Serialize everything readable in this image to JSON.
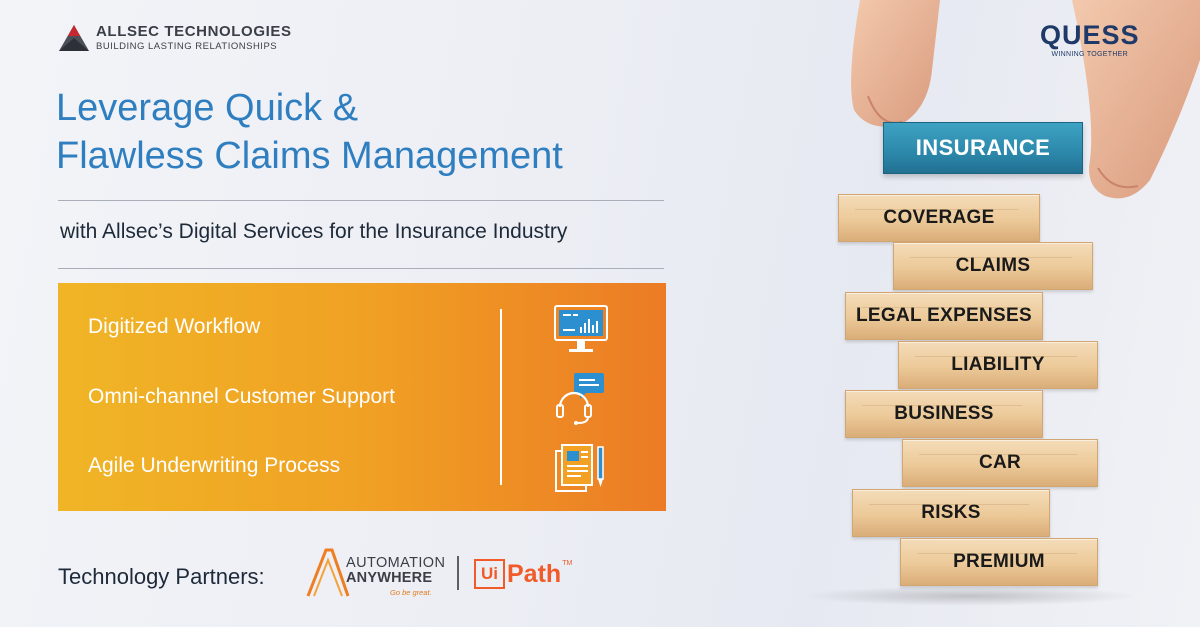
{
  "allsec": {
    "name": "ALLSEC TECHNOLOGIES",
    "tagline": "BUILDING LASTING RELATIONSHIPS"
  },
  "headline": {
    "line1": "Leverage Quick &",
    "line2": "Flawless Claims Management"
  },
  "subheadline": "with Allsec’s Digital Services for the Insurance Industry",
  "features": [
    {
      "label": "Digitized Workflow",
      "icon": "monitor-chart-icon"
    },
    {
      "label": "Omni-channel Customer Support",
      "icon": "headset-chat-icon"
    },
    {
      "label": "Agile Underwriting Process",
      "icon": "document-pen-icon"
    }
  ],
  "partners": {
    "label": "Technology Partners:",
    "automation_anywhere": {
      "word1": "AUTOMATION",
      "word2": "ANYWHERE",
      "slogan": "Go be great."
    },
    "uipath": {
      "ui": "Ui",
      "path": "Path",
      "tm": "TM"
    }
  },
  "quess": {
    "name": "QUESS",
    "tagline": "WINNING TOGETHER"
  },
  "tower": {
    "top_block": "INSURANCE",
    "blocks": [
      "COVERAGE",
      "CLAIMS",
      "LEGAL EXPENSES",
      "LIABILITY",
      "BUSINESS",
      "CAR",
      "RISKS",
      "PREMIUM"
    ]
  },
  "colors": {
    "headline_blue": "#2f7fc0",
    "panel_start": "#f0b526",
    "panel_end": "#ec7b25",
    "uipath_orange": "#f05b29",
    "quess_navy": "#1f3a68",
    "block_blue": "#2c88ab"
  }
}
